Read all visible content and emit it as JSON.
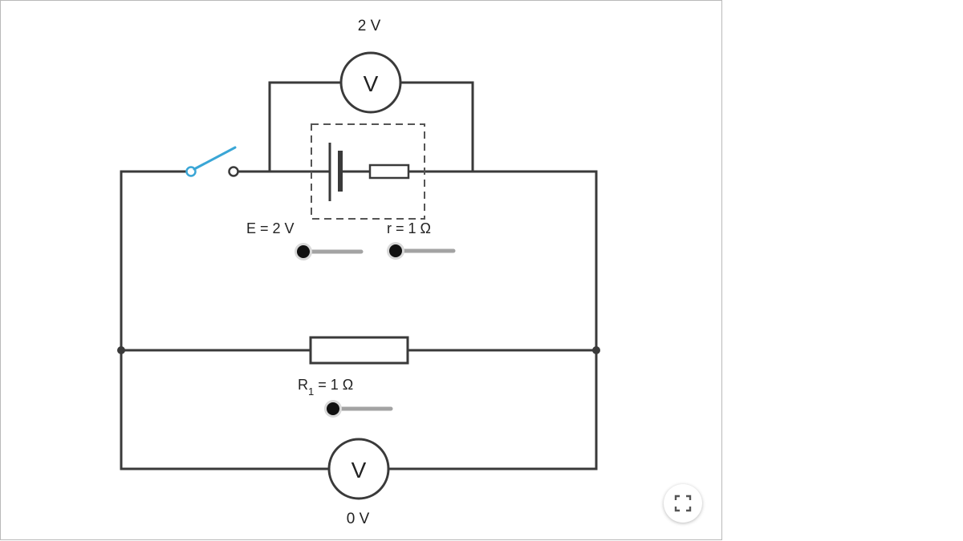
{
  "voltmeter_top": {
    "symbol": "V",
    "reading": "2 V"
  },
  "voltmeter_bottom": {
    "symbol": "V",
    "reading": "0 V"
  },
  "battery": {
    "emf_label": "E = 2 V",
    "emf_slider_level": 0,
    "internal_resistance_label": "r = 1 Ω",
    "internal_resistance_slider_level": 0
  },
  "resistor_r1": {
    "label_main": "R",
    "label_subscript": "1",
    "label_value": " = 1 Ω",
    "slider_level": 0
  },
  "switch": {
    "state": "open",
    "color": "#3aa6d6"
  },
  "colors": {
    "wire": "#3a3a3a",
    "slider_track": "#a3a3a3",
    "knob": "#111111"
  },
  "fullscreen": {
    "icon": "fullscreen-icon"
  }
}
